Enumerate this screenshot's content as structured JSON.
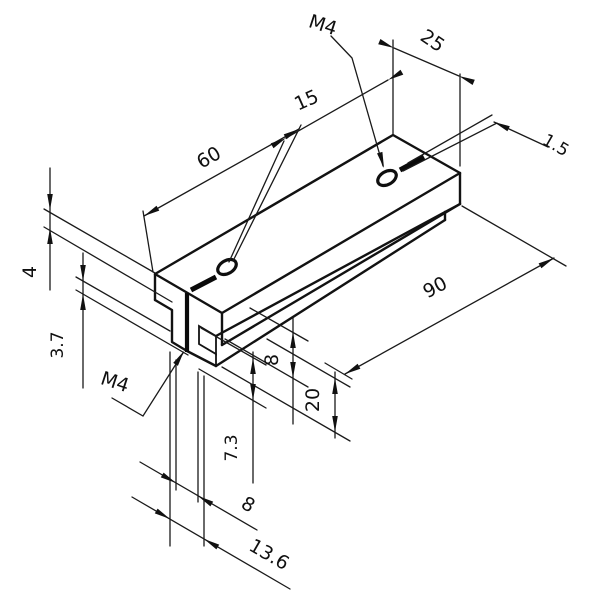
{
  "drawing": {
    "title": "isometric-part-drawing",
    "part_kind": "clamp bracket with C-channel hook, two M4 tapped holes and saw slots",
    "units": "mm",
    "line_color": "#111111",
    "background": "#ffffff"
  },
  "labels": {
    "m4_top": "M4",
    "m4_bottom": "M4"
  },
  "dims": {
    "d60": "60",
    "d15": "15",
    "d25": "25",
    "d1_5": "1.5",
    "d90": "90",
    "d4": "4",
    "d3_7": "3.7",
    "d8_side": "8",
    "d20": "20",
    "d7_3": "7.3",
    "d8_bottom": "8",
    "d13_6": "13.6"
  }
}
